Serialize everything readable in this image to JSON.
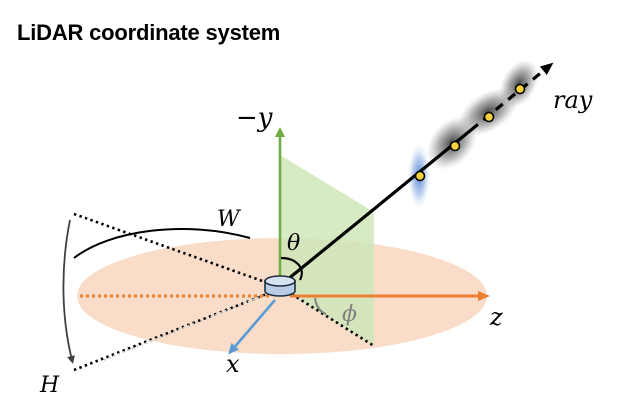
{
  "title": "LiDAR coordinate system",
  "labels": {
    "neg_y": "−y",
    "ray": "ray",
    "theta": "θ",
    "phi": "ϕ",
    "width": "W",
    "height": "H",
    "z": "z",
    "x": "x"
  },
  "colors": {
    "disc_fill": "#f9ddc9",
    "plane_fill": "#cfe6b8",
    "y_axis": "#70ad47",
    "z_axis": "#ed7d31",
    "x_axis": "#5b9bd5",
    "ray": "#000000",
    "sample_point": "#f5d13c",
    "sensor": "#c9d9ef",
    "phi_label": "#7f7f7f"
  },
  "icons": {
    "sensor": "lidar-sensor-icon"
  }
}
